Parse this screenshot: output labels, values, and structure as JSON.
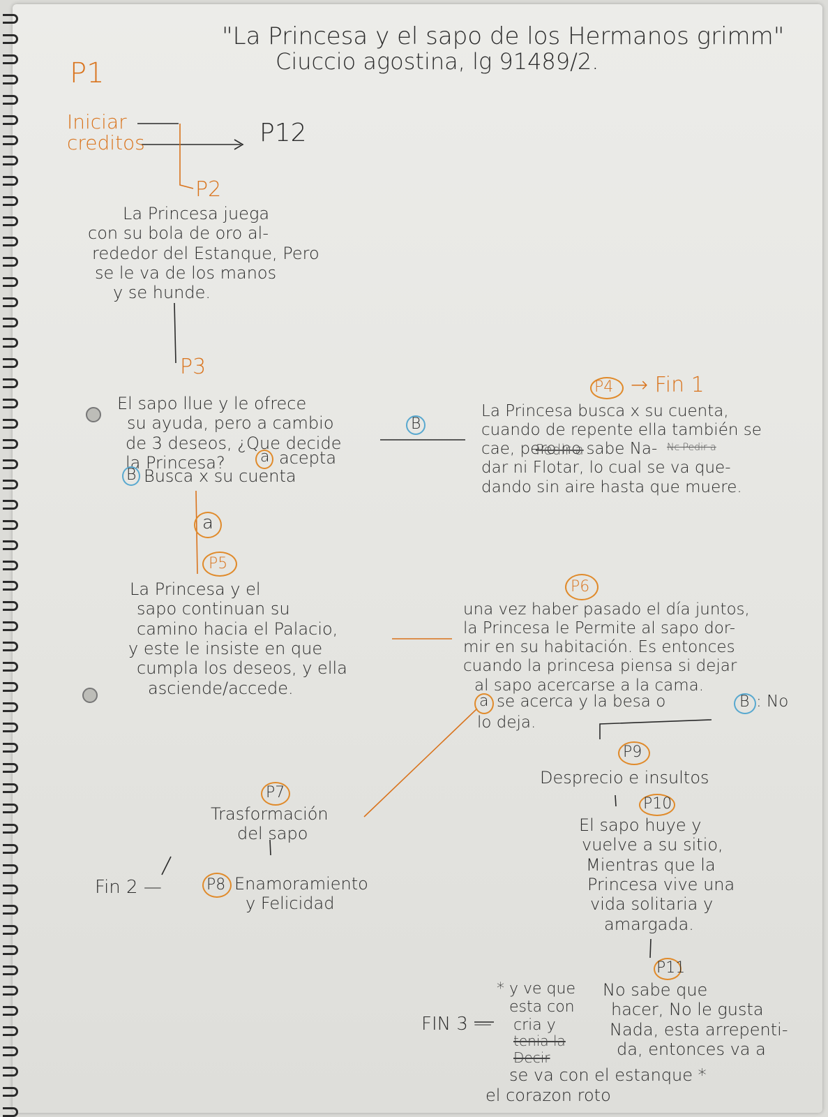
{
  "title_line1": "\"La Princesa y el sapo de los Hermanos grimm\"",
  "title_line2": "Ciuccio agostina, lg 91489/2.",
  "p1": "P1",
  "iniciar": "Iniciar",
  "creditos": "creditos",
  "p12": "P12",
  "p2": "P2",
  "node_p2": [
    "La Princesa juega",
    "con su bola de oro al-",
    "rededor del Estanque, Pero",
    "se le va de los manos",
    "y se hunde."
  ],
  "p3": "P3",
  "node_p3": [
    "El sapo llue y le ofrece",
    "su ayuda, pero a cambio",
    "de 3 deseos, ¿Que decide",
    "la Princesa?"
  ],
  "p3_opt_a_letter": "a",
  "p3_opt_a": "acepta",
  "p3_opt_b_letter": "B",
  "p3_opt_b": "Busca x su cuenta",
  "link_b": "B",
  "p4": "P4",
  "fin1": "→ Fin 1",
  "node_p4": [
    "La Princesa busca x su cuenta,",
    "cuando de repente ella también se",
    "cae, pero no sabe Na-",
    "dar ni Flotar, lo cual se va que-",
    "dando sin aire hasta que muere."
  ],
  "p4_struck": [
    "Pedir a",
    "Nc Pedir a"
  ],
  "link_a": "a",
  "p5": "P5",
  "node_p5": [
    "La Princesa y el",
    "sapo continuan su",
    "camino hacia el Palacio,",
    "y este le insiste en que",
    "cumpla los deseos, y ella",
    "asciende/accede."
  ],
  "p6": "P6",
  "node_p6": [
    "una vez haber pasado el día juntos,",
    "la Princesa le Permite al sapo dor-",
    "mir en su habitación. Es entonces",
    "cuando la princesa piensa si dejar",
    "al sapo acercarse a la cama."
  ],
  "p6_opt_a_letter": "a",
  "p6_opt_a": "se acerca y la besa o",
  "p6_opt_b_letter": "B",
  "p6_opt_b": ": No",
  "p6_opt_b2": "lo deja.",
  "p9": "P9",
  "node_p9": "Desprecio e insultos",
  "p10": "P10",
  "node_p10": [
    "El sapo huye y",
    "vuelve a su sitio,",
    "Mientras que la",
    "Princesa vive una",
    "vida solitaria y",
    "amargada."
  ],
  "p7": "P7",
  "node_p7": [
    "Trasformación",
    "del sapo"
  ],
  "fin2": "Fin 2 —",
  "p8": "P8",
  "node_p8": [
    "Enamoramiento",
    "y Felicidad"
  ],
  "p11": "P11",
  "node_p11": [
    "No sabe que",
    "hacer, No le gusta",
    "Nada, esta arrepenti-",
    "da, entonces va a"
  ],
  "p11_side": [
    "* y ve que",
    "esta con",
    "cria y"
  ],
  "p11_struck": [
    "tenia la",
    "Decir"
  ],
  "p11_end": [
    "se va con el estanque *",
    "el corazon roto"
  ],
  "fin3": "FIN 3 —"
}
